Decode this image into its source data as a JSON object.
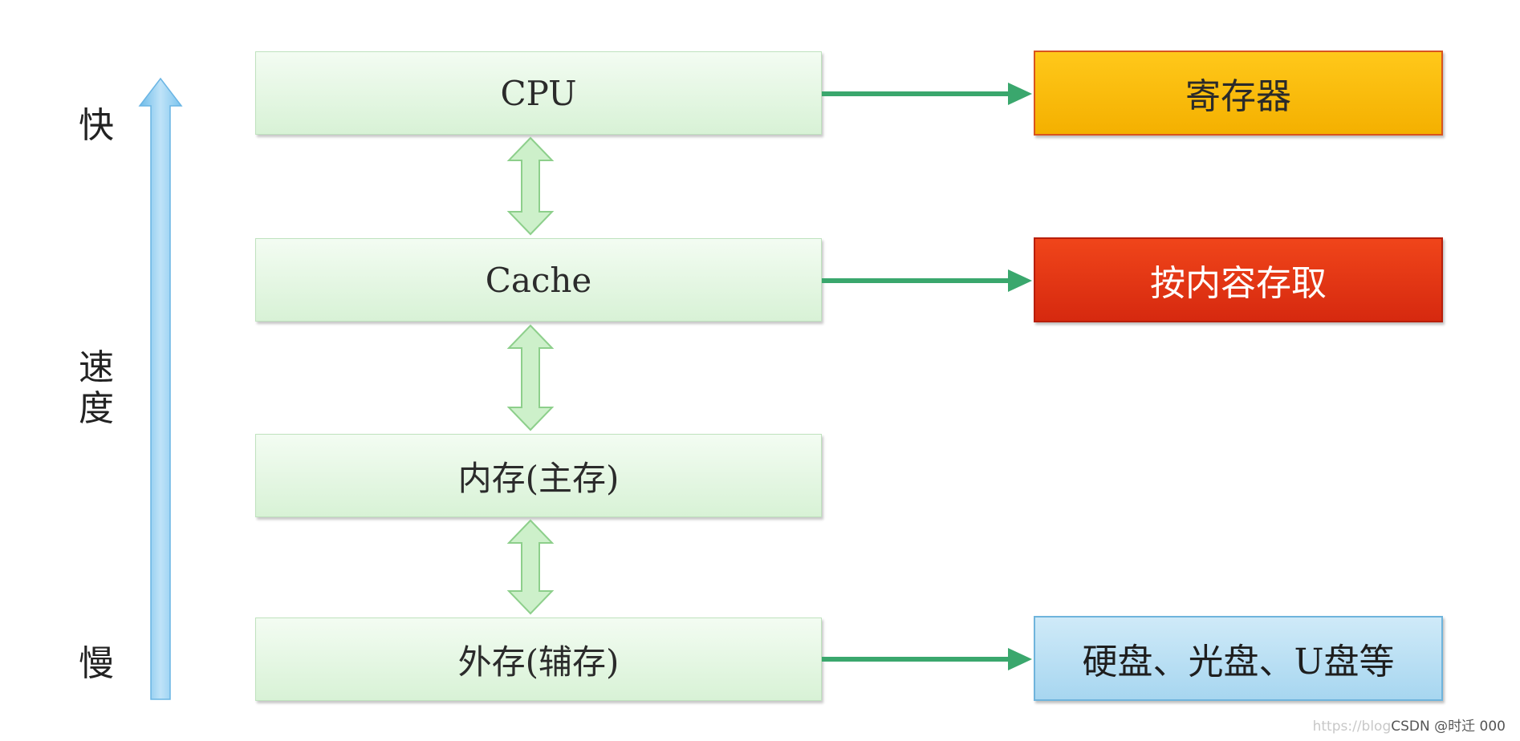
{
  "speed_axis": {
    "fast_label": "快",
    "speed_label_line1": "速",
    "speed_label_line2": "度",
    "slow_label": "慢"
  },
  "levels": [
    {
      "label": "CPU"
    },
    {
      "label": "Cache"
    },
    {
      "label": "内存(主存)"
    },
    {
      "label": "外存(辅存)"
    }
  ],
  "notes": {
    "cpu": "寄存器",
    "cache": "按内容存取",
    "external": "硬盘、光盘、U盘等"
  },
  "watermark": {
    "prefix": "https://blog",
    "text": "CSDN @时迁 000"
  },
  "colors": {
    "level_fill": "#dcf3da",
    "connector_fill": "#c9efc6",
    "arrow_green": "#3aa76d",
    "speed_arrow": "#8fcdf2",
    "register_fill": "#f9b800",
    "cache_note_fill": "#e0300f",
    "external_note_fill": "#b7def3"
  }
}
